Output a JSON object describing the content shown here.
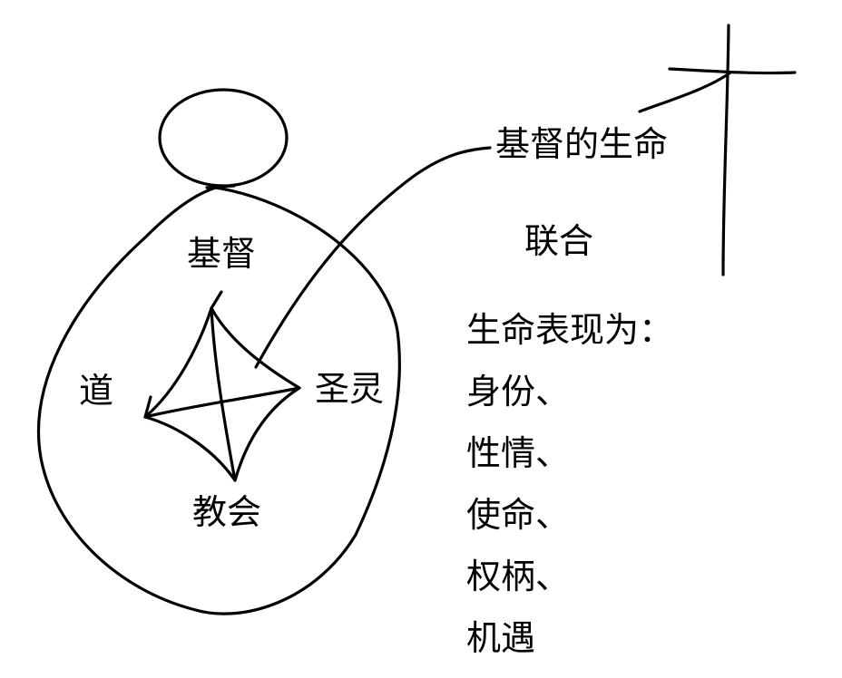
{
  "figure": {
    "node_top": "基督",
    "node_left": "道",
    "node_right": "圣灵",
    "node_bottom": "教会",
    "callout": "基督的生命",
    "union": "联合",
    "life_heading": "生命表现为：",
    "life_items": [
      "身份、",
      "性情、",
      "使命、",
      "权柄、",
      "机遇"
    ]
  },
  "colors": {
    "ink": "#000000",
    "background": "#ffffff"
  }
}
